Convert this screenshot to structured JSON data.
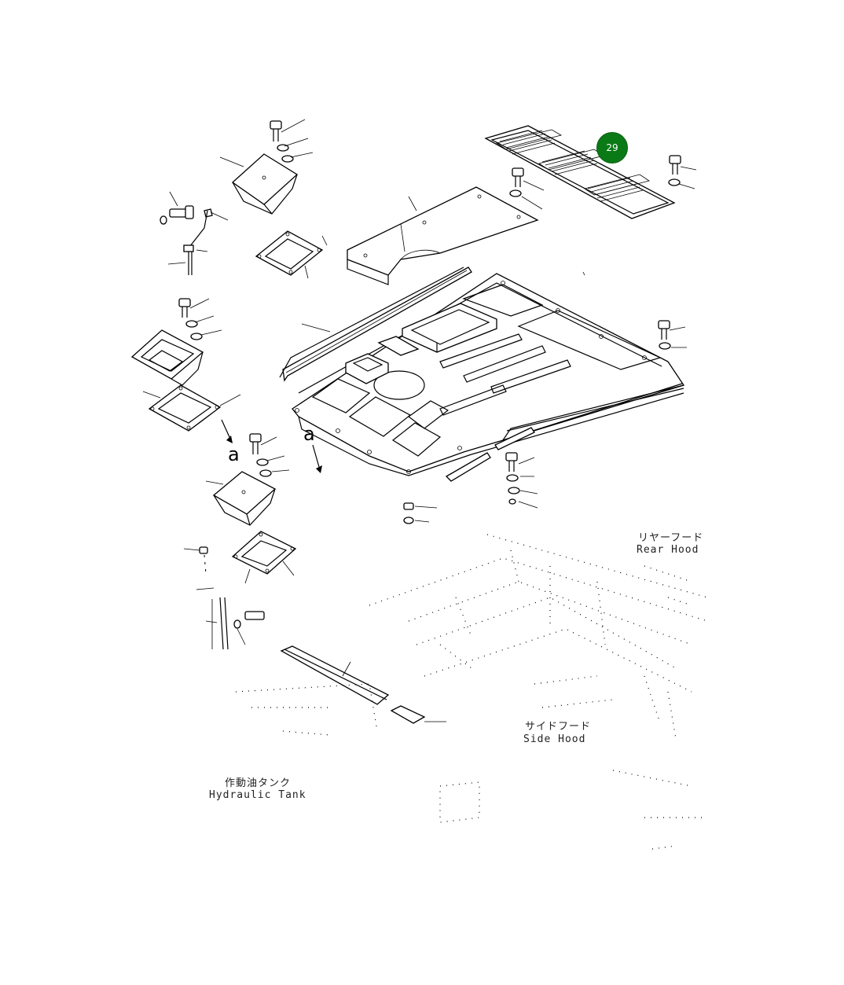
{
  "callout": {
    "number": "29",
    "color": "#0a7a16"
  },
  "view_markers": {
    "left": "a",
    "right": "a"
  },
  "labels": {
    "rear_hood_jp": "リヤーフード",
    "rear_hood_en": "Rear Hood",
    "side_hood_jp": "サイドフード",
    "side_hood_en": "Side Hood",
    "hydraulic_tank_jp": "作動油タンク",
    "hydraulic_tank_en": "Hydraulic Tank"
  }
}
